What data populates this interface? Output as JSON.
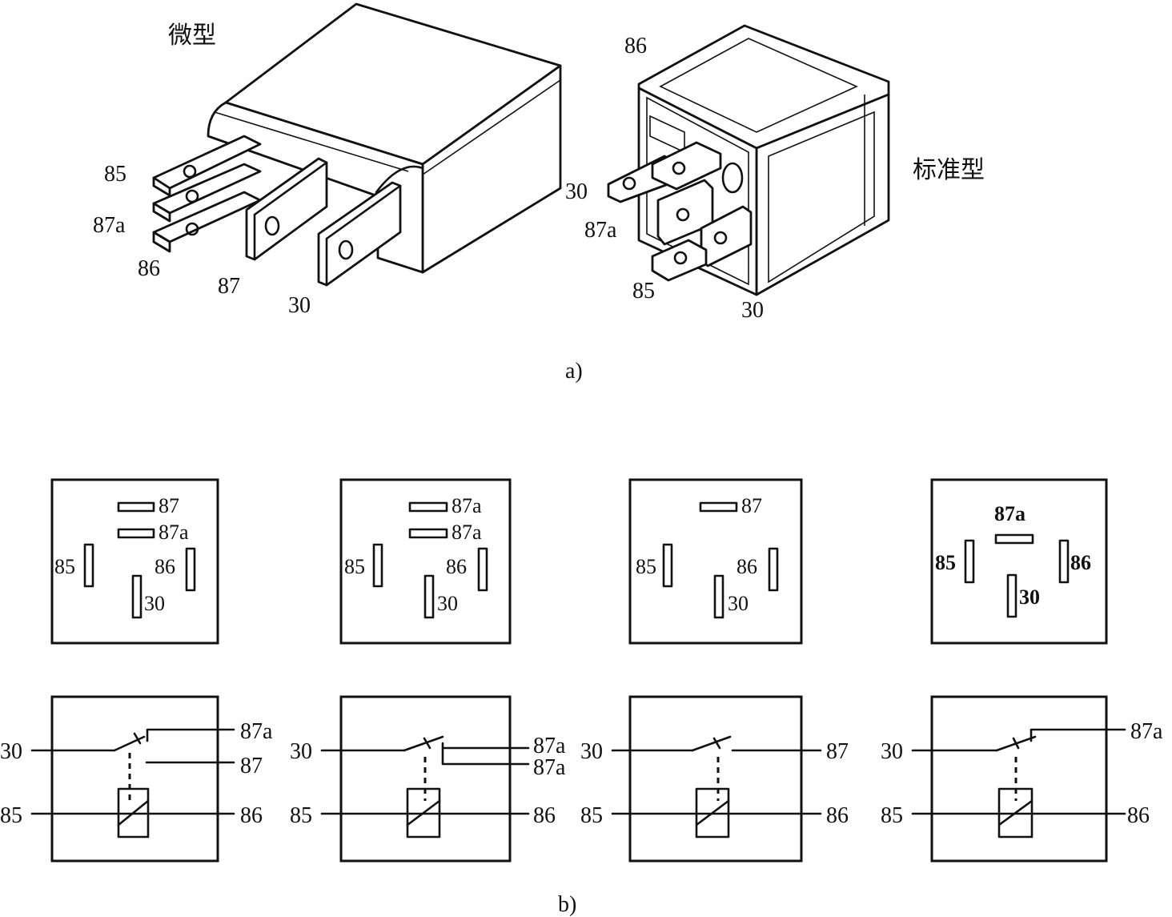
{
  "captions": {
    "a": "a)",
    "b": "b)"
  },
  "micro": {
    "title": "微型",
    "pins": [
      "85",
      "87a",
      "86",
      "87",
      "30"
    ]
  },
  "standard": {
    "title": "标准型",
    "pins": [
      "86",
      "30",
      "87a",
      "85",
      "30"
    ]
  },
  "pinouts": [
    {
      "top": "87",
      "second": "87a",
      "left": "85",
      "right": "86",
      "bottom": "30",
      "bold": false
    },
    {
      "top": "87a",
      "second": "87a",
      "left": "85",
      "right": "86",
      "bottom": "30",
      "bold": false
    },
    {
      "top": "87",
      "second": "",
      "left": "85",
      "right": "86",
      "bottom": "30",
      "bold": false
    },
    {
      "top": "87a",
      "second": "",
      "left": "85",
      "right": "86",
      "bottom": "30",
      "bold": true
    }
  ],
  "schematics": [
    {
      "in_top": "30",
      "in_bottom": "85",
      "out_upper": "87a",
      "out_lower": "87",
      "out_coil": "86"
    },
    {
      "in_top": "30",
      "in_bottom": "85",
      "out_upper": "87a",
      "out_lower": "87a",
      "out_coil": "86"
    },
    {
      "in_top": "30",
      "in_bottom": "85",
      "out_upper": "87",
      "out_lower": "",
      "out_coil": "86"
    },
    {
      "in_top": "30",
      "in_bottom": "85",
      "out_upper": "87a",
      "out_lower": "",
      "out_coil": "86"
    }
  ]
}
